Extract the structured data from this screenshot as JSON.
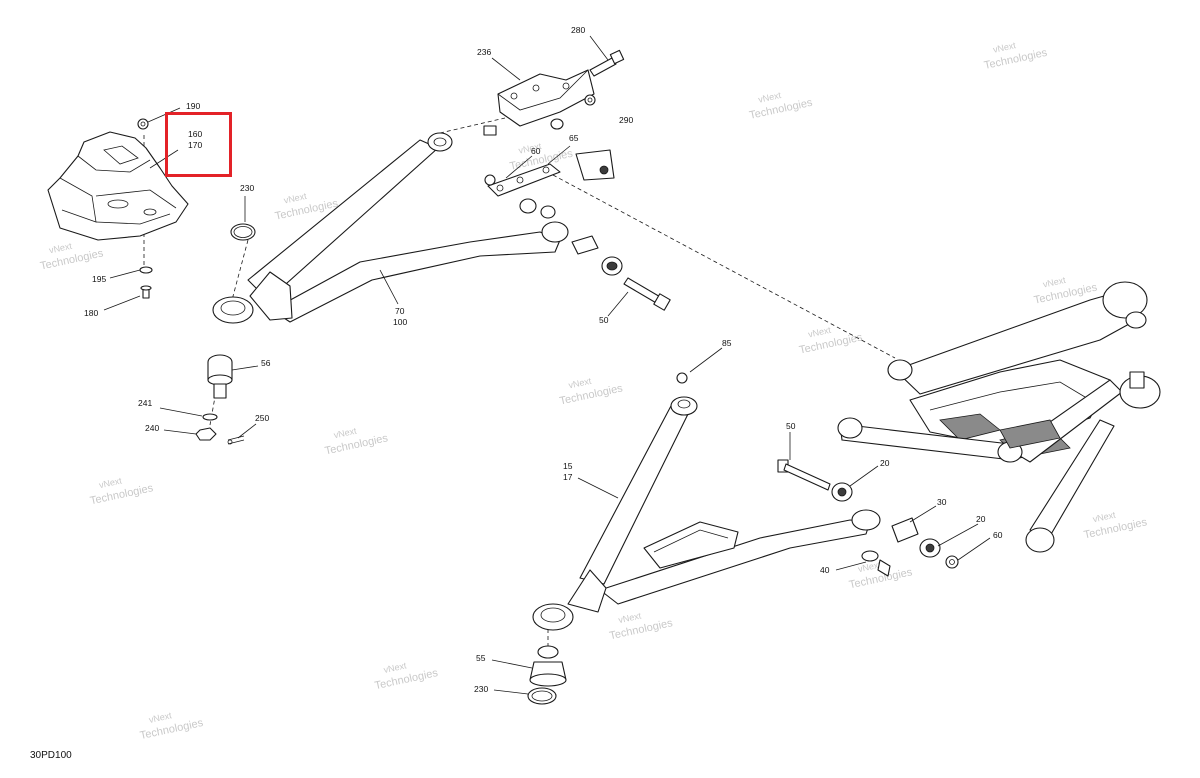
{
  "diagram": {
    "reference_code": "30PD100",
    "watermark_text": [
      "vNext",
      "Technologies"
    ],
    "highlight_color": "#e32228",
    "callouts": {
      "c190": "190",
      "c160": "160",
      "c170": "170",
      "c230a": "230",
      "c195": "195",
      "c180": "180",
      "c56": "56",
      "c241": "241",
      "c240": "240",
      "c250": "250",
      "c236": "236",
      "c280": "280",
      "c290": "290",
      "c60a": "60",
      "c65": "65",
      "c70": "70",
      "c100": "100",
      "c50a": "50",
      "c85": "85",
      "c15": "15",
      "c17": "17",
      "c50b": "50",
      "c20a": "20",
      "c30": "30",
      "c20b": "20",
      "c60b": "60",
      "c40": "40",
      "c55": "55",
      "c230b": "230"
    }
  }
}
